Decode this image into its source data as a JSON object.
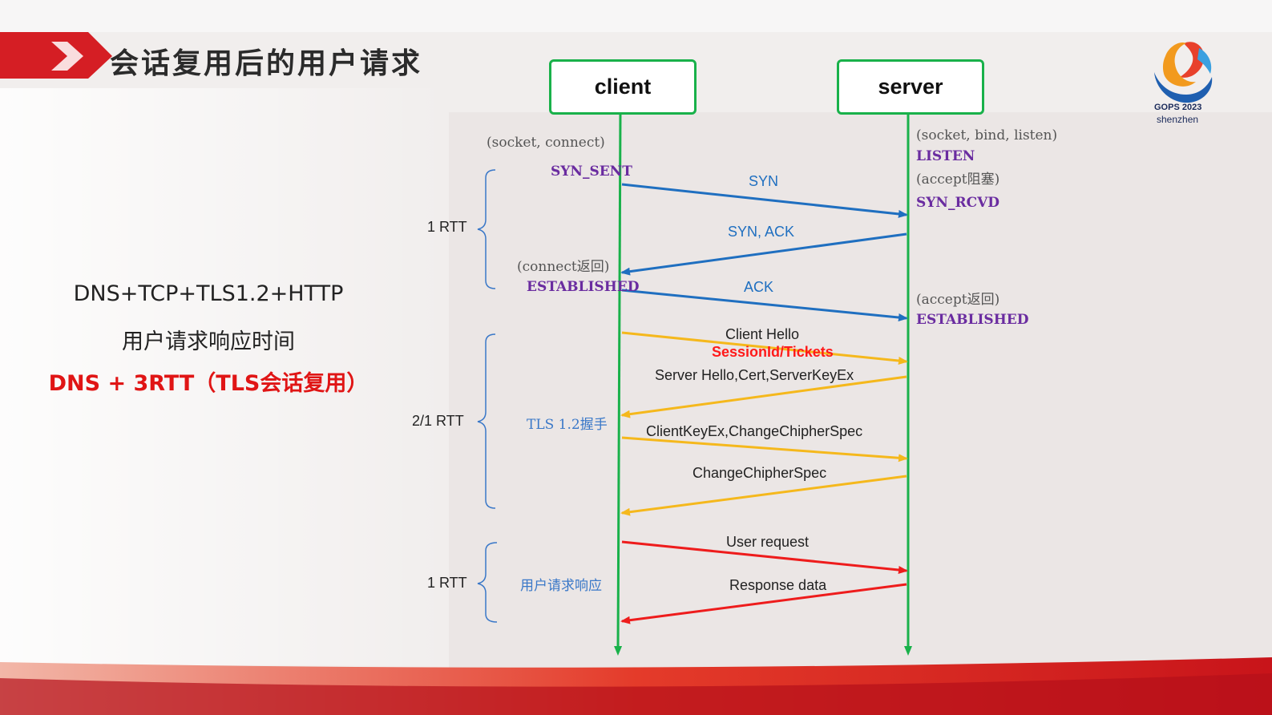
{
  "slide": {
    "title": "会话复用后的用户请求",
    "left_text": {
      "line1": "DNS+TCP+TLS1.2+HTTP",
      "line2": "用户请求响应时间",
      "line3": "DNS + 3RTT（TLS会话复用）"
    },
    "logo": {
      "line1": "GOPS 2023",
      "line2": "shenzhen"
    }
  },
  "diagram": {
    "client_label": "client",
    "server_label": "server",
    "client_notes": {
      "socket_connect": "(socket, connect)",
      "syn_sent": "SYN_SENT",
      "connect_return": "(connect返回)",
      "established": "ESTABLISHED",
      "tls_handshake": "TLS 1.2握手",
      "user_req_resp": "用户请求响应"
    },
    "server_notes": {
      "socket_bind_listen": "(socket, bind, listen)",
      "listen": "LISTEN",
      "accept_block": "(accept阻塞)",
      "syn_rcvd": "SYN_RCVD",
      "accept_return": "(accept返回)",
      "established": "ESTABLISHED"
    },
    "rtt_labels": {
      "tcp": "1 RTT",
      "tls": "2/1 RTT",
      "http": "1 RTT"
    },
    "messages": {
      "syn": "SYN",
      "syn_ack": "SYN, ACK",
      "ack": "ACK",
      "client_hello": "Client Hello",
      "session_id": "SessionId/Tickets",
      "server_hello": "Server Hello,Cert,ServerKeyEx",
      "client_key_ex": "ClientKeyEx,ChangeChipherSpec",
      "change_cipher": "ChangeChipherSpec",
      "user_request": "User request",
      "response_data": "Response data"
    },
    "colors": {
      "lifeline": "#19b14a",
      "tcp_arrow": "#1f6fc0",
      "tls_arrow": "#f5b81c",
      "http_arrow": "#ee1c1c",
      "state_text": "#6a2ca0",
      "brace": "#3a78c8"
    }
  }
}
